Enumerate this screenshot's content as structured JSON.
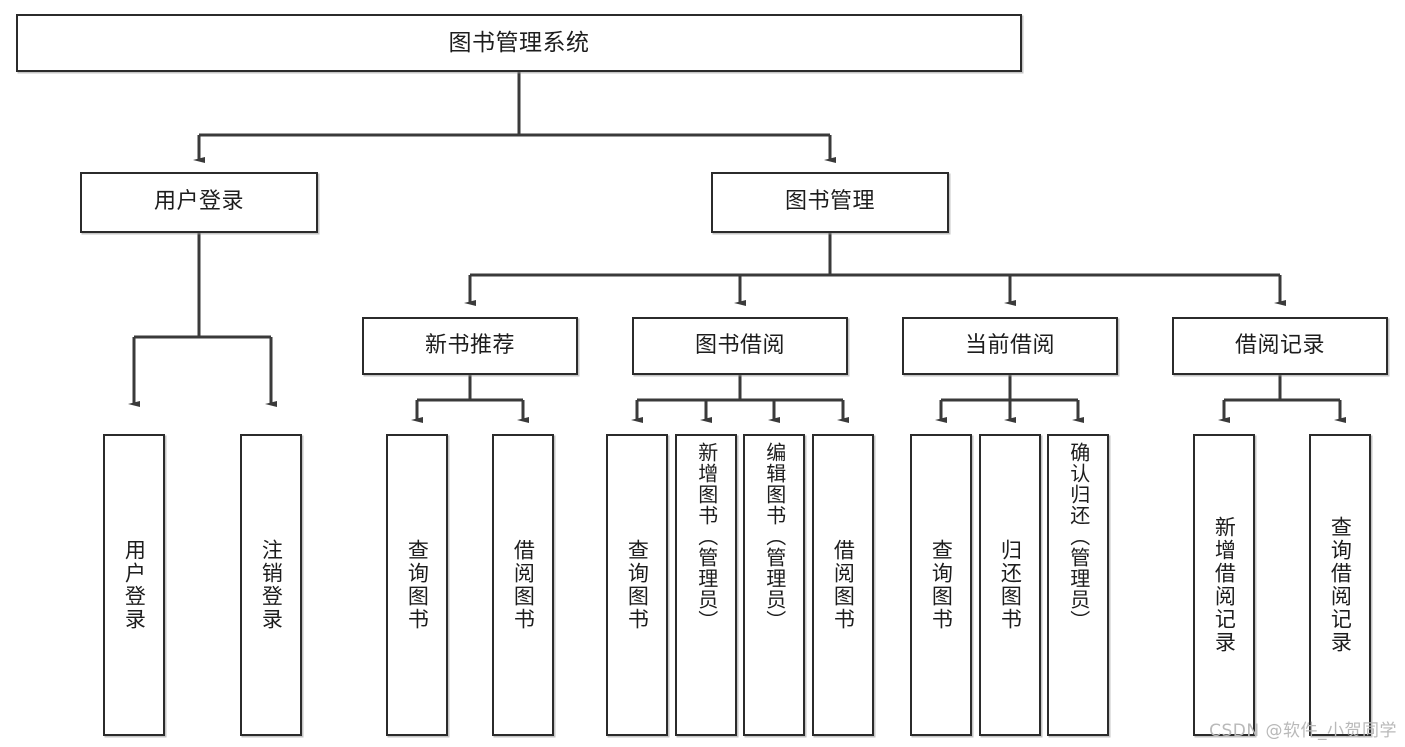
{
  "diagram": {
    "title": "图书管理系统",
    "type": "hierarchy-tree",
    "watermark": "CSDN @软件_小贺同学",
    "colors": {
      "border": "#2b2b2b",
      "background": "#ffffff",
      "text": "#1d1d1d",
      "edge": "#3a3a3a",
      "watermark": "#b9b9b9"
    },
    "levels": {
      "level0": [
        "图书管理系统"
      ],
      "level1": [
        "用户登录",
        "图书管理"
      ],
      "level2": [
        "新书推荐",
        "图书借阅",
        "当前借阅",
        "借阅记录"
      ],
      "level3": [
        "用户登录",
        "注销登录",
        "查询图书",
        "借阅图书",
        "查询图书",
        "新增图书（管理员）",
        "编辑图书（管理员）",
        "借阅图书",
        "查询图书",
        "归还图书",
        "确认归还（管理员）",
        "新增借阅记录",
        "查询借阅记录"
      ]
    },
    "nodes": {
      "root": {
        "label": "图书管理系统"
      },
      "user_login": {
        "label": "用户登录"
      },
      "book_manage": {
        "label": "图书管理"
      },
      "new_book_rec": {
        "label": "新书推荐"
      },
      "book_borrow": {
        "label": "图书借阅"
      },
      "current_borrow": {
        "label": "当前借阅"
      },
      "borrow_record": {
        "label": "借阅记录"
      },
      "leaf_user_login": {
        "label": "用户登录"
      },
      "leaf_logout": {
        "label": "注销登录"
      },
      "leaf_query_book_1": {
        "label": "查询图书"
      },
      "leaf_borrow_book_1": {
        "label": "借阅图书"
      },
      "leaf_query_book_2": {
        "label": "查询图书"
      },
      "leaf_add_book": {
        "label": "新增图书（管理员）"
      },
      "leaf_edit_book": {
        "label": "编辑图书（管理员）"
      },
      "leaf_borrow_book_2": {
        "label": "借阅图书"
      },
      "leaf_query_book_3": {
        "label": "查询图书"
      },
      "leaf_return_book": {
        "label": "归还图书"
      },
      "leaf_confirm_return": {
        "label": "确认归还（管理员）"
      },
      "leaf_add_record": {
        "label": "新增借阅记录"
      },
      "leaf_query_record": {
        "label": "查询借阅记录"
      }
    }
  }
}
